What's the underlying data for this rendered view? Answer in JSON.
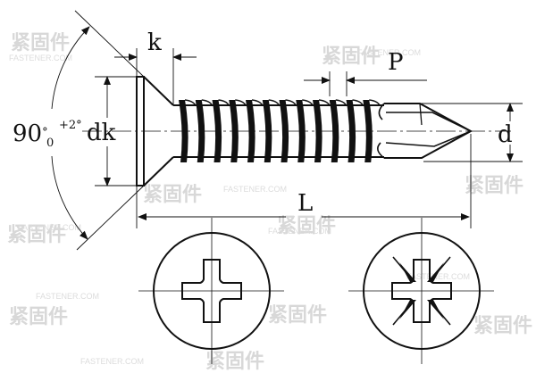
{
  "labels": {
    "k": "k",
    "p": "P",
    "dk": "dk",
    "d": "d",
    "l": "L",
    "angle_main": "90",
    "angle_deg": "°",
    "angle_upper": "+2°",
    "angle_lower": "0"
  },
  "watermark": {
    "brand": "紧固件",
    "site": "FASTENER.COM"
  },
  "views": {
    "thread_turns": 12,
    "head_recess_left": "cross-recess-ph",
    "head_recess_right": "cross-recess-pz"
  },
  "colors": {
    "line": "#111111",
    "watermark": "#d8d8d8"
  }
}
